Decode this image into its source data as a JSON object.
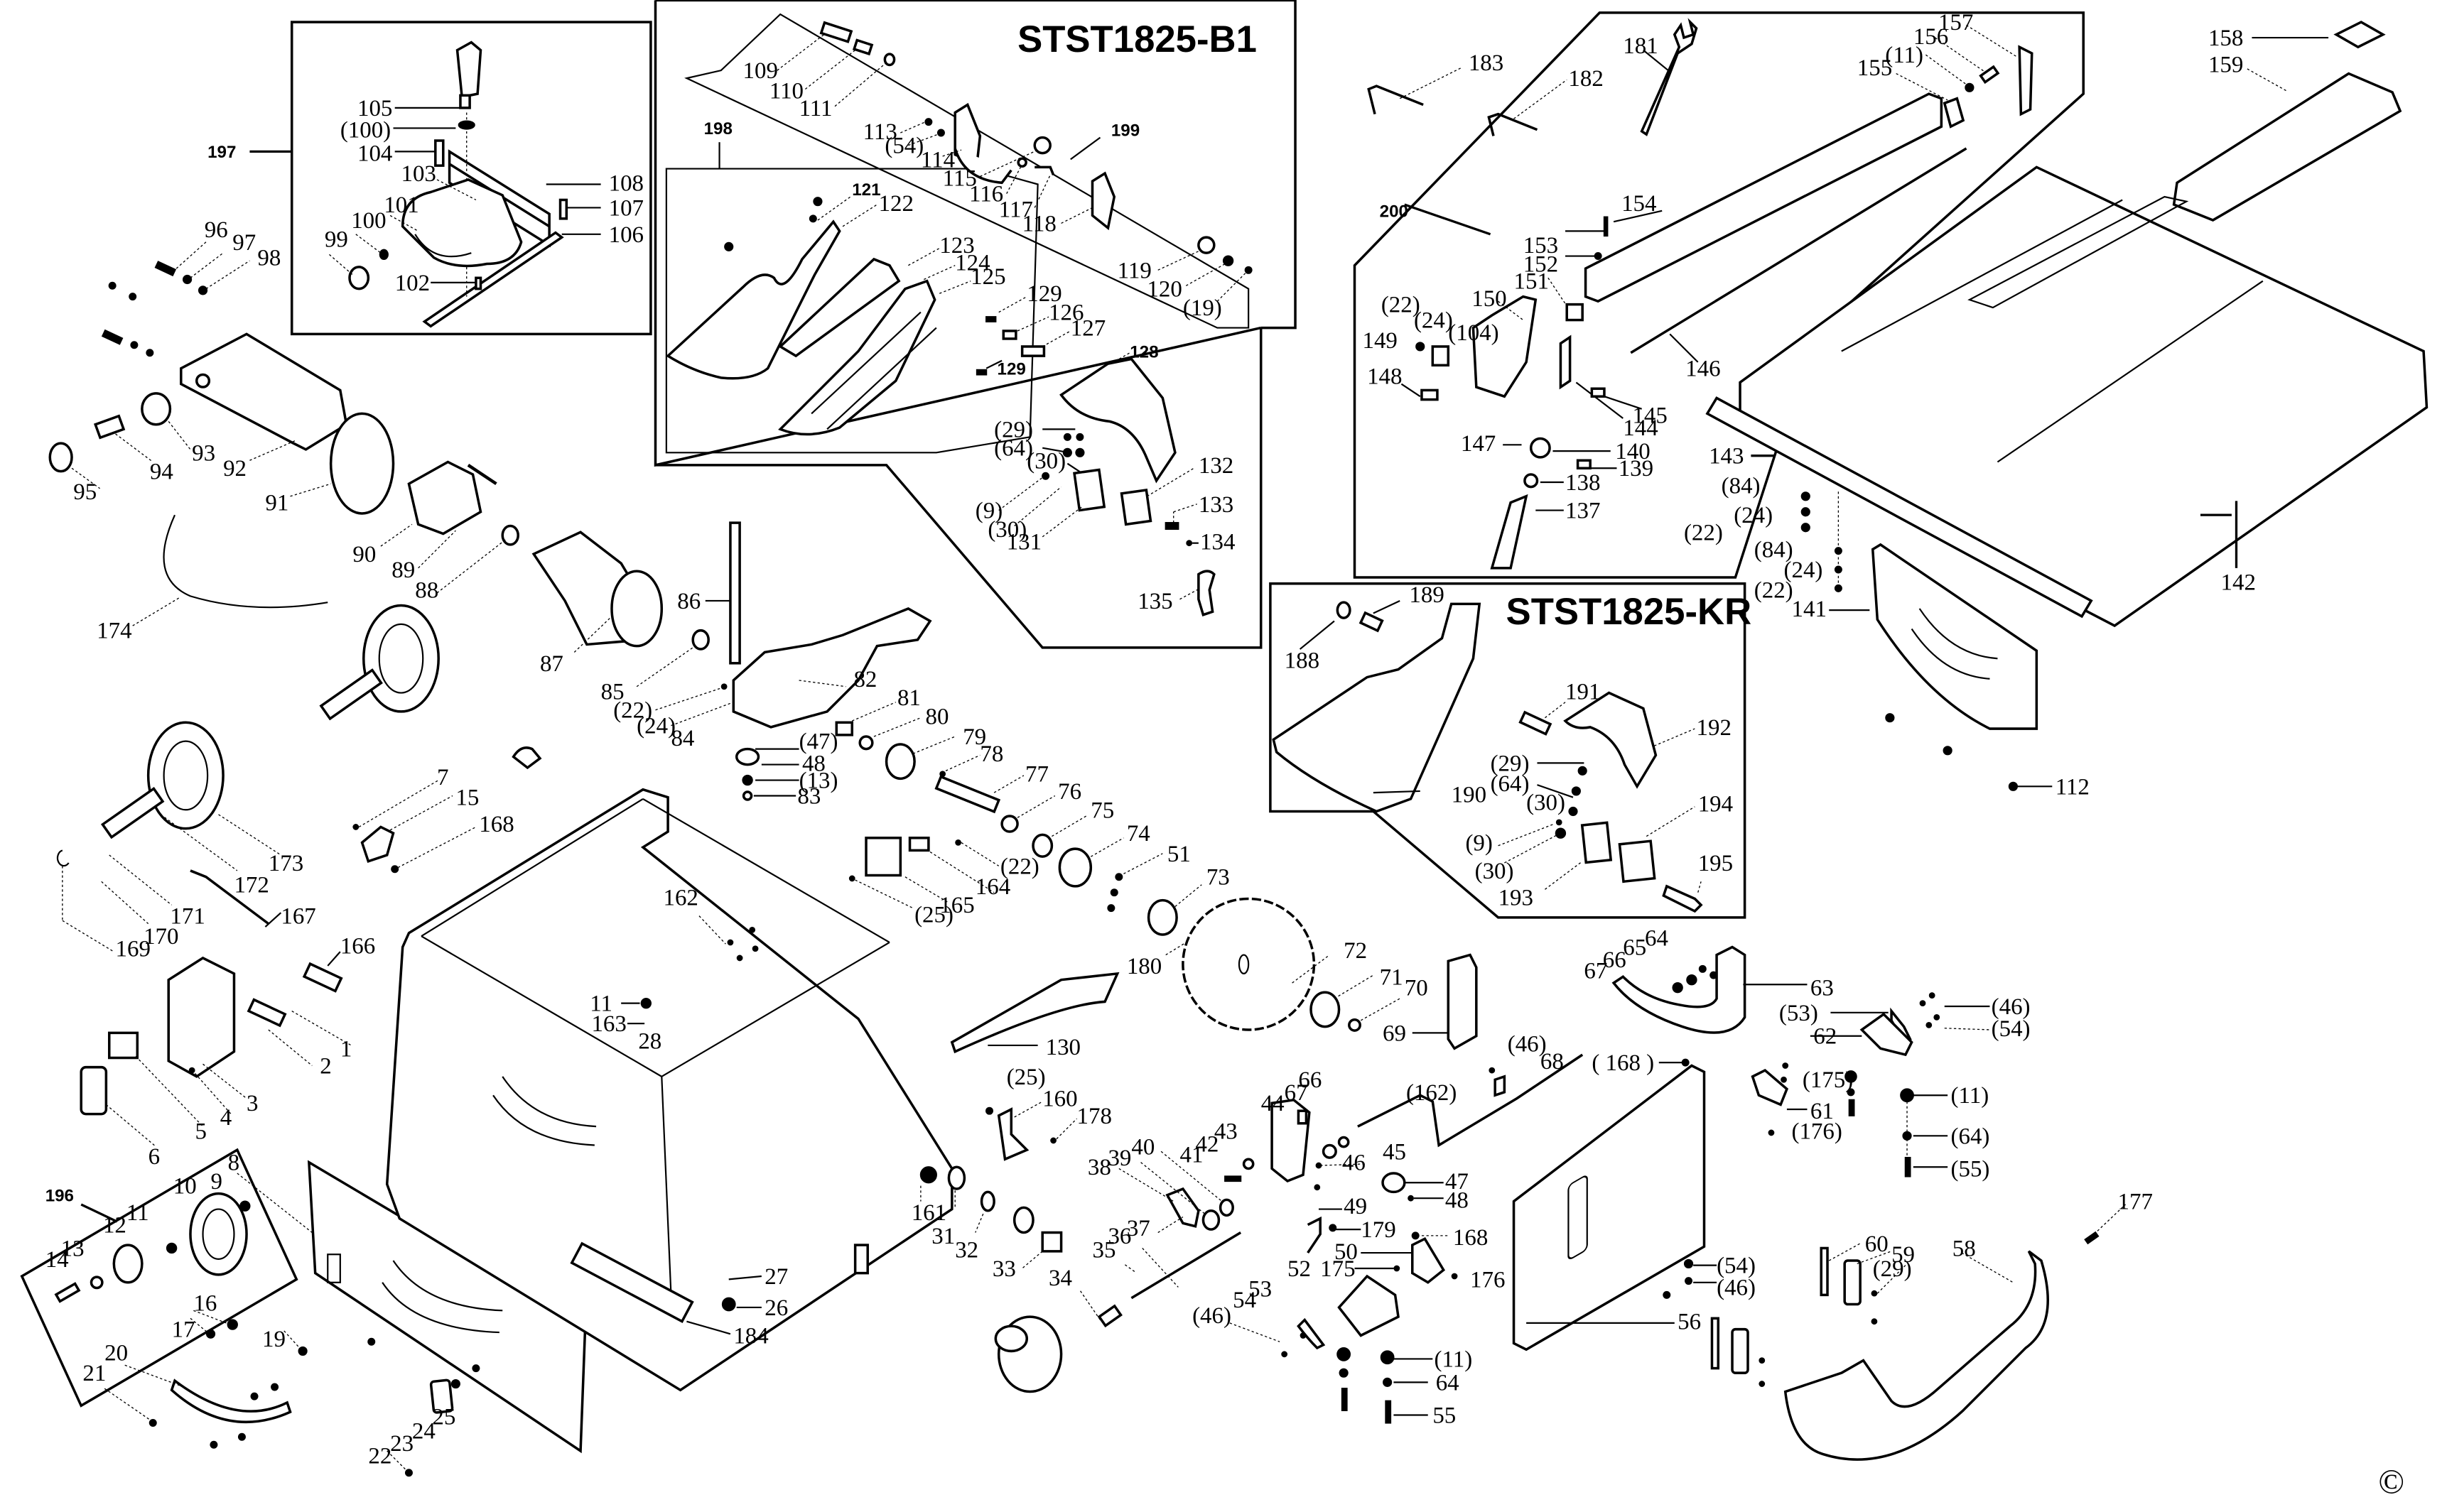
{
  "diagram": {
    "type": "exploded-parts-diagram",
    "subject": "Table saw",
    "copyright_symbol": "©"
  },
  "sub_assemblies": {
    "b1": {
      "title": "STST1825-B1",
      "callouts": [
        "198",
        "199"
      ]
    },
    "kr": {
      "title": "STST1825-KR"
    },
    "miter_gauge": {
      "callout": "197"
    },
    "rip_fence": {
      "callout": "200"
    },
    "bevel_knob": {
      "callout": "196"
    }
  },
  "labels": {
    "p1": "1",
    "p2": "2",
    "p3": "3",
    "p4": "4",
    "p5": "5",
    "p6": "6",
    "p7": "7",
    "p8": "8",
    "p9": "9",
    "p10": "10",
    "p11": "11",
    "p12": "12",
    "p13": "13",
    "p14": "14",
    "p15": "15",
    "p16": "16",
    "p17": "17",
    "p19": "19",
    "p20": "20",
    "p21": "21",
    "p22": "22",
    "p23": "23",
    "p24": "24",
    "p25": "25",
    "p26": "26",
    "p27": "27",
    "p28": "28",
    "p31": "31",
    "p32": "32",
    "p33": "33",
    "p34": "34",
    "p35": "35",
    "p36": "36",
    "p37": "37",
    "p38": "38",
    "p39": "39",
    "p40": "40",
    "p41": "41",
    "p42": "42",
    "p43": "43",
    "p44": "44",
    "p45": "45",
    "p46": "46",
    "p47": "47",
    "p48": "48",
    "p49": "49",
    "p50": "50",
    "p51": "51",
    "p52": "52",
    "p53": "53",
    "p54": "54",
    "p55": "55",
    "p56": "56",
    "p58": "58",
    "p59": "59",
    "p60": "60",
    "p61": "61",
    "p62": "62",
    "p63": "63",
    "p64": "64",
    "p64b": "64",
    "p65": "65",
    "p66": "66",
    "p66b": "66",
    "p67": "67",
    "p67b": "67",
    "p68": "68",
    "p69": "69",
    "p70": "70",
    "p71": "71",
    "p72": "72",
    "p73": "73",
    "p74": "74",
    "p75": "75",
    "p76": "76",
    "p77": "77",
    "p78": "78",
    "p79": "79",
    "p80": "80",
    "p81": "81",
    "p82": "82",
    "p83": "83",
    "p84": "84",
    "p85": "85",
    "p86": "86",
    "p87": "87",
    "p88": "88",
    "p89": "89",
    "p90": "90",
    "p91": "91",
    "p92": "92",
    "p93": "93",
    "p94": "94",
    "p95": "95",
    "p96": "96",
    "p97": "97",
    "p98": "98",
    "p99": "99",
    "p100": "100",
    "p101": "101",
    "p102": "102",
    "p103": "103",
    "p104": "104",
    "p105": "105",
    "p106": "106",
    "p107": "107",
    "p108": "108",
    "p109": "109",
    "p110": "110",
    "p111": "111",
    "p112": "112",
    "p113": "113",
    "p114": "114",
    "p115": "115",
    "p116": "116",
    "p117": "117",
    "p118": "118",
    "p119": "119",
    "p120": "120",
    "p121": "121",
    "p122": "122",
    "p123": "123",
    "p124": "124",
    "p125": "125",
    "p126": "126",
    "p127": "127",
    "p128": "128",
    "p129a": "129",
    "p129b": "129",
    "p130": "130",
    "p131": "131",
    "p132": "132",
    "p133": "133",
    "p134": "134",
    "p135": "135",
    "p137": "137",
    "p138": "138",
    "p139": "139",
    "p140": "140",
    "p141": "141",
    "p142": "142",
    "p143": "143",
    "p144": "144",
    "p145": "145",
    "p146": "146",
    "p147": "147",
    "p148": "148",
    "p149": "149",
    "p150": "150",
    "p151": "151",
    "p152": "152",
    "p153": "153",
    "p154": "154",
    "p155": "155",
    "p156": "156",
    "p157": "157",
    "p158": "158",
    "p159": "159",
    "p160": "160",
    "p161": "161",
    "p162": "162",
    "p163": "163",
    "p164": "164",
    "p165": "165",
    "p166": "166",
    "p167": "167",
    "p168": "168",
    "p168b": "168",
    "p169": "169",
    "p170": "170",
    "p171": "171",
    "p172": "172",
    "p173": "173",
    "p174": "174",
    "p175": "175",
    "p176": "176",
    "p177": "177",
    "p178": "178",
    "p179": "179",
    "p180": "180",
    "p181": "181",
    "p182": "182",
    "p183": "183",
    "p184": "184",
    "p188": "188",
    "p189": "189",
    "p190": "190",
    "p191": "191",
    "p192": "192",
    "p193": "193",
    "p194": "194",
    "p195": "195",
    "r100": "(100)",
    "r54": "(54)",
    "r19": "(19)",
    "r29a": "(29)",
    "r64a": "(64)",
    "r30a": "(30)",
    "r9a": "(9)",
    "r30b": "(30)",
    "r11": "(11)",
    "r22": "(22)",
    "r24": "(24)",
    "r104": "(104)",
    "r84a": "(84)",
    "r24a": "(24)",
    "r22a": "(22)",
    "r84b": "(84)",
    "r24b": "(24)",
    "r22b": "(22)",
    "r29k": "(29)",
    "r64k": "(64)",
    "r30k": "(30)",
    "r9k": "(9)",
    "r30k2": "(30)",
    "r22m": "(22)",
    "r24m": "(24)",
    "r47": "(47)",
    "r48": "48",
    "r13": "(13)",
    "r22c": "(22)",
    "r25c": "(25)",
    "r25d": "(25)",
    "r46a": "(46)",
    "r162": "(162)",
    "r168": "( 168 )",
    "r46b": "(46)",
    "r54b": "(54)",
    "r53": "(53)",
    "r175": "(175)",
    "r176": "(176)",
    "r11b": "(11)",
    "r64b": "(64)",
    "r55": "(55)",
    "r54c": "(54)",
    "r46c": "(46)",
    "r29c": "(29)",
    "r46d": "(46)",
    "r11c": "(11)"
  }
}
